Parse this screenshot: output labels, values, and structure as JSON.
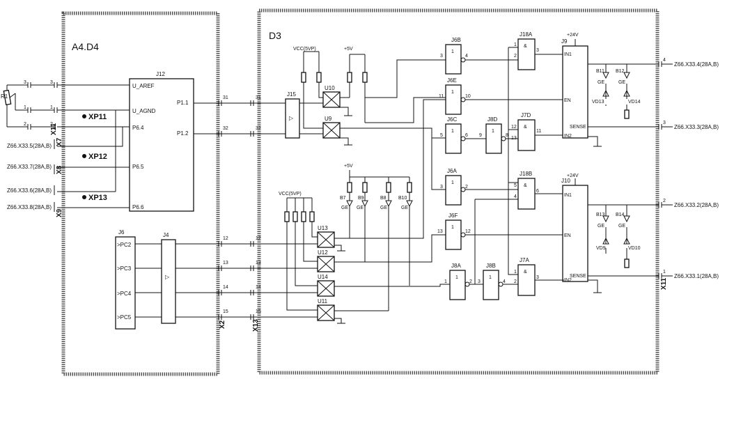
{
  "blocks": {
    "left_title": "A4.D4",
    "right_title": "D3"
  },
  "j12": {
    "ref": "J12",
    "pins_left": [
      "U_AREF",
      "U_AGND",
      "P6.4",
      "P6.5",
      "P6.6"
    ],
    "pins_right": [
      "P1.1",
      "P1.2"
    ]
  },
  "resistor_ref": "R1",
  "test_points": [
    "XP11",
    "XP12",
    "XP13"
  ],
  "left_external": [
    "Z66.X33.5(28A,B)",
    "Z66.X33.7(28A,B)",
    "Z66.X33.6(28A,B)",
    "Z66.X33.8(28A,B)"
  ],
  "connector_refs": [
    "X11",
    "X7",
    "X8",
    "X9",
    "X2",
    "X13"
  ],
  "j6": {
    "ref": "J6",
    "pins": [
      ">PC2",
      ">PC3",
      ">PC4",
      ">PC5"
    ]
  },
  "j4": {
    "ref": "J4"
  },
  "j15": {
    "ref": "J15"
  },
  "opto": [
    "U10",
    "U9",
    "U13",
    "U12",
    "U14",
    "U11"
  ],
  "power": {
    "vcc": "VCC(5VP)",
    "p5v": "+5V",
    "p24v": "+24V"
  },
  "leds": {
    "group": [
      "B7",
      "B9",
      "B8",
      "B10"
    ],
    "type": "GE"
  },
  "gates": {
    "J6B": "J6B",
    "J6E": "J6E",
    "J6C": "J6C",
    "J6A": "J6A",
    "J6F": "J6F",
    "J8D": "J8D",
    "J8A": "J8A",
    "J8B": "J8B",
    "J18A": "J18A",
    "J18B": "J18B",
    "J7D": "J7D",
    "J7A": "J7A"
  },
  "drivers": {
    "j9": {
      "ref": "J9",
      "pins": [
        "IN1",
        "EN",
        "SENSE",
        "IN2"
      ]
    },
    "j10": {
      "ref": "J10",
      "pins": [
        "IN1",
        "EN",
        "SENSE",
        "IN2"
      ]
    }
  },
  "output_leds": {
    "upper": [
      "B11",
      "B12"
    ],
    "upper_diodes": [
      "VD13",
      "VD14"
    ],
    "lower": [
      "B13",
      "B14"
    ],
    "lower_diodes": [
      "VD9",
      "VD10"
    ]
  },
  "outputs": [
    "Z66.X33.4(28A,B)",
    "Z66.X33.3(28A,B)",
    "Z66.X33.2(28A,B)",
    "Z66.X33.1(28A,B)"
  ],
  "output_connector": "X11"
}
